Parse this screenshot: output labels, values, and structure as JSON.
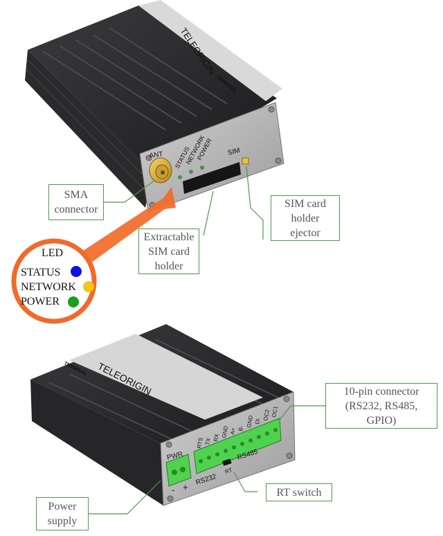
{
  "colors": {
    "status_led": "#1010e0",
    "network_led": "#f5c518",
    "power_led": "#1aa01a",
    "callout_border": "#4a9a4a",
    "zoom_accent": "#f26a2a",
    "terminal_green": "#4fd24f",
    "body_dark": "#2a2a2c",
    "faceplate": "#b5b5b5"
  },
  "device": {
    "brand": "TELEORIGIN",
    "model_label": "TERMINAL",
    "front_labels": {
      "ant": "ANT",
      "status": "STATUS",
      "network": "NETWORK",
      "power": "POWER",
      "sim": "SIM"
    },
    "back_labels": {
      "pwr": "PWR",
      "minus": "-",
      "plus": "+",
      "rs232": "RS232",
      "rs485": "RS485",
      "rt": "RT",
      "pins": [
        "RTS",
        "TX",
        "RX",
        "GND",
        "A+",
        "B-",
        "GND",
        "DI",
        "OC2",
        "OC1"
      ]
    }
  },
  "callouts": {
    "sma_connector": "SMA\nconnector",
    "sim_ejector": "SIM card\nholder\nejector",
    "sim_holder": "Extractable\nSIM card\nholder",
    "ten_pin": "10-pin connector\n(RS232, RS485,\nGPIO)",
    "rt_switch": "RT switch",
    "power_supply": "Power\nsupply"
  },
  "led_legend": {
    "title": "LED",
    "status": "STATUS",
    "network": "NETWORK",
    "power": "POWER"
  }
}
